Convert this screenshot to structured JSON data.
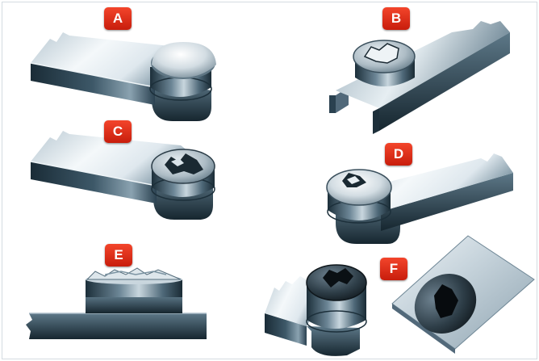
{
  "figure": {
    "panels": [
      {
        "id": "A",
        "label": "A"
      },
      {
        "id": "B",
        "label": "B"
      },
      {
        "id": "C",
        "label": "C"
      },
      {
        "id": "D",
        "label": "D"
      },
      {
        "id": "E",
        "label": "E"
      },
      {
        "id": "F",
        "label": "F"
      }
    ]
  },
  "colors": {
    "label_fill": "#e2331f",
    "metal_light": "#dfe8ee",
    "metal_mid": "#7d95a3",
    "metal_dark": "#1f3542",
    "edge_light": "#b9c9d3",
    "frame": "#d4dbe1"
  },
  "icons": {
    "panel_art": "rivet-failure-illustration"
  }
}
